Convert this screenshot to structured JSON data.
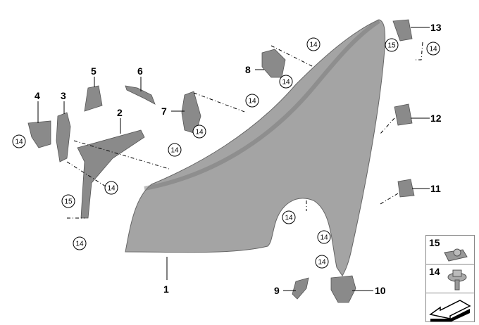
{
  "parts": [
    {
      "id": "1"
    },
    {
      "id": "2"
    },
    {
      "id": "3"
    },
    {
      "id": "4"
    },
    {
      "id": "5"
    },
    {
      "id": "6"
    },
    {
      "id": "7"
    },
    {
      "id": "8"
    },
    {
      "id": "9"
    },
    {
      "id": "10"
    },
    {
      "id": "11"
    },
    {
      "id": "12"
    },
    {
      "id": "13"
    }
  ],
  "callout_14": "14",
  "callout_15": "15",
  "legend": {
    "items": [
      "15",
      "14"
    ]
  },
  "colors": {
    "part": "#8a8a8a",
    "fender": "#a4a4a4"
  }
}
